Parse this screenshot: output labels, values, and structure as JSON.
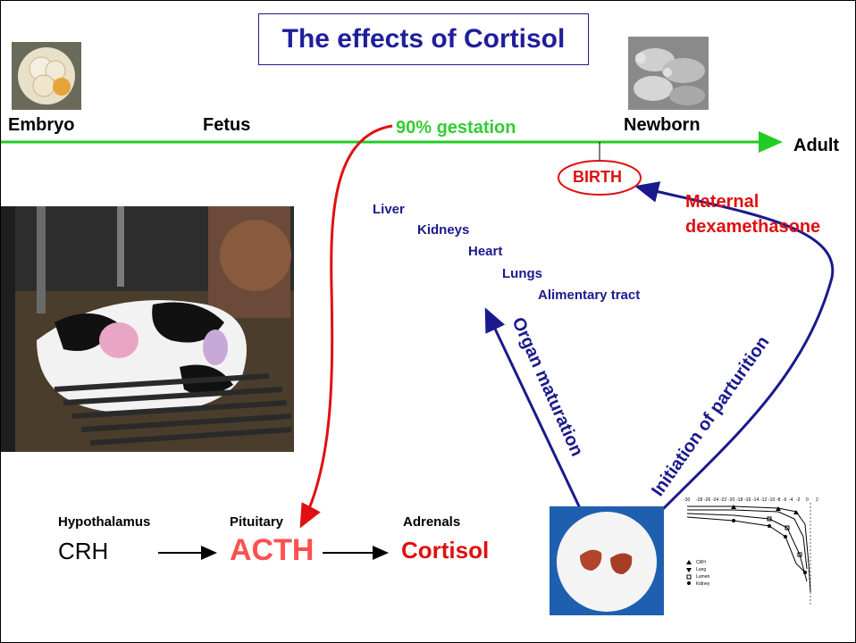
{
  "title": "The effects of Cortisol",
  "timeline": {
    "stages": [
      "Embryo",
      "Fetus",
      "90% gestation",
      "Newborn",
      "Adult"
    ],
    "birth_label": "BIRTH"
  },
  "organs": [
    "Liver",
    "Kidneys",
    "Heart",
    "Lungs",
    "Alimentary tract"
  ],
  "arrows": {
    "organ_maturation": "Organ maturation",
    "initiation_parturition": "Initiation of parturition",
    "maternal_dexamethasone": [
      "Maternal",
      "dexamethasone"
    ]
  },
  "hpa": {
    "hypothalamus": "Hypothalamus",
    "crh": "CRH",
    "pituitary": "Pituitary",
    "acth": "ACTH",
    "adrenals": "Adrenals",
    "cortisol": "Cortisol"
  },
  "mini_chart": {
    "x_ticks": [
      "-30",
      "-28",
      "-26",
      "-24",
      "-22",
      "-20",
      "-18",
      "-16",
      "-14",
      "-12",
      "-10",
      "-8",
      "-6",
      "-4",
      "-2",
      "0",
      "2"
    ],
    "legend": [
      "CRH",
      "Lung",
      "Lumen",
      "Kidney"
    ]
  },
  "colors": {
    "title": "#1f1f9c",
    "timeline": "#22cc22",
    "gestation": "#33cc33",
    "red": "#e01010",
    "acth": "#ff5050",
    "navy": "#1a1a8c"
  },
  "images": [
    "embryo-photo",
    "newborn-piglets-photo",
    "cow-parturition-photo",
    "adrenal-glands-photo"
  ]
}
